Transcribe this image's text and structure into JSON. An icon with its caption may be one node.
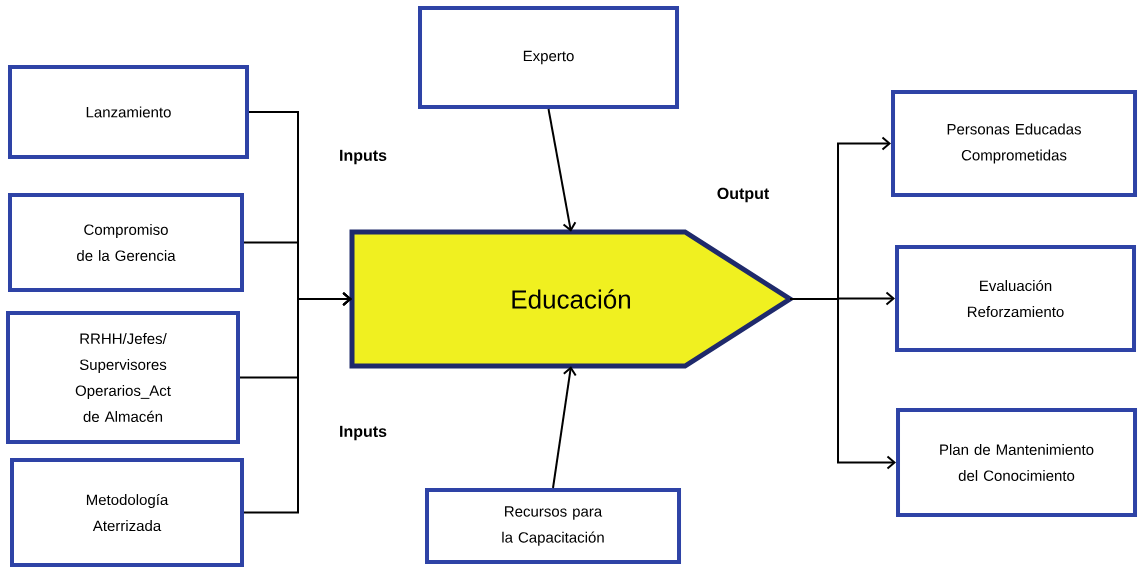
{
  "diagram": {
    "nodes": [
      {
        "text": [
          "Lanzamiento"
        ]
      },
      {
        "text": [
          "Compromiso de la Gerencia"
        ]
      },
      {
        "text": [
          "RRHH/Jefes/ Supervisores Operarios_Act de Almacén"
        ]
      },
      {
        "text": [
          "Metodología Aterrizada"
        ]
      },
      {
        "text": [
          "Experto"
        ]
      },
      {
        "text": [
          "Educación"
        ]
      },
      {
        "text": [
          "Recursos para la Capacitación"
        ]
      },
      {
        "text": [
          "Personas Educadas Comprometidas"
        ]
      },
      {
        "text": [
          "Evaluación Reforzamiento"
        ]
      },
      {
        "text": [
          "Plan de Mantenimiento del Conocimiento"
        ]
      }
    ],
    "edges": [
      {
        "from": 0,
        "to": 5,
        "arrow": "to"
      },
      {
        "from": 1,
        "to": 5,
        "arrow": "to"
      },
      {
        "from": 2,
        "to": 5,
        "arrow": "to"
      },
      {
        "from": 3,
        "to": 5,
        "arrow": "to"
      },
      {
        "from": 4,
        "to": 5,
        "arrow": "to"
      },
      {
        "from": 6,
        "to": 5,
        "arrow": "to"
      },
      {
        "from": 5,
        "to": 7,
        "arrow": "to"
      },
      {
        "from": 5,
        "to": 8,
        "arrow": "to"
      },
      {
        "from": 5,
        "to": 9,
        "arrow": "to"
      }
    ],
    "labels": [
      "Inputs",
      "Output",
      "Inputs"
    ]
  }
}
